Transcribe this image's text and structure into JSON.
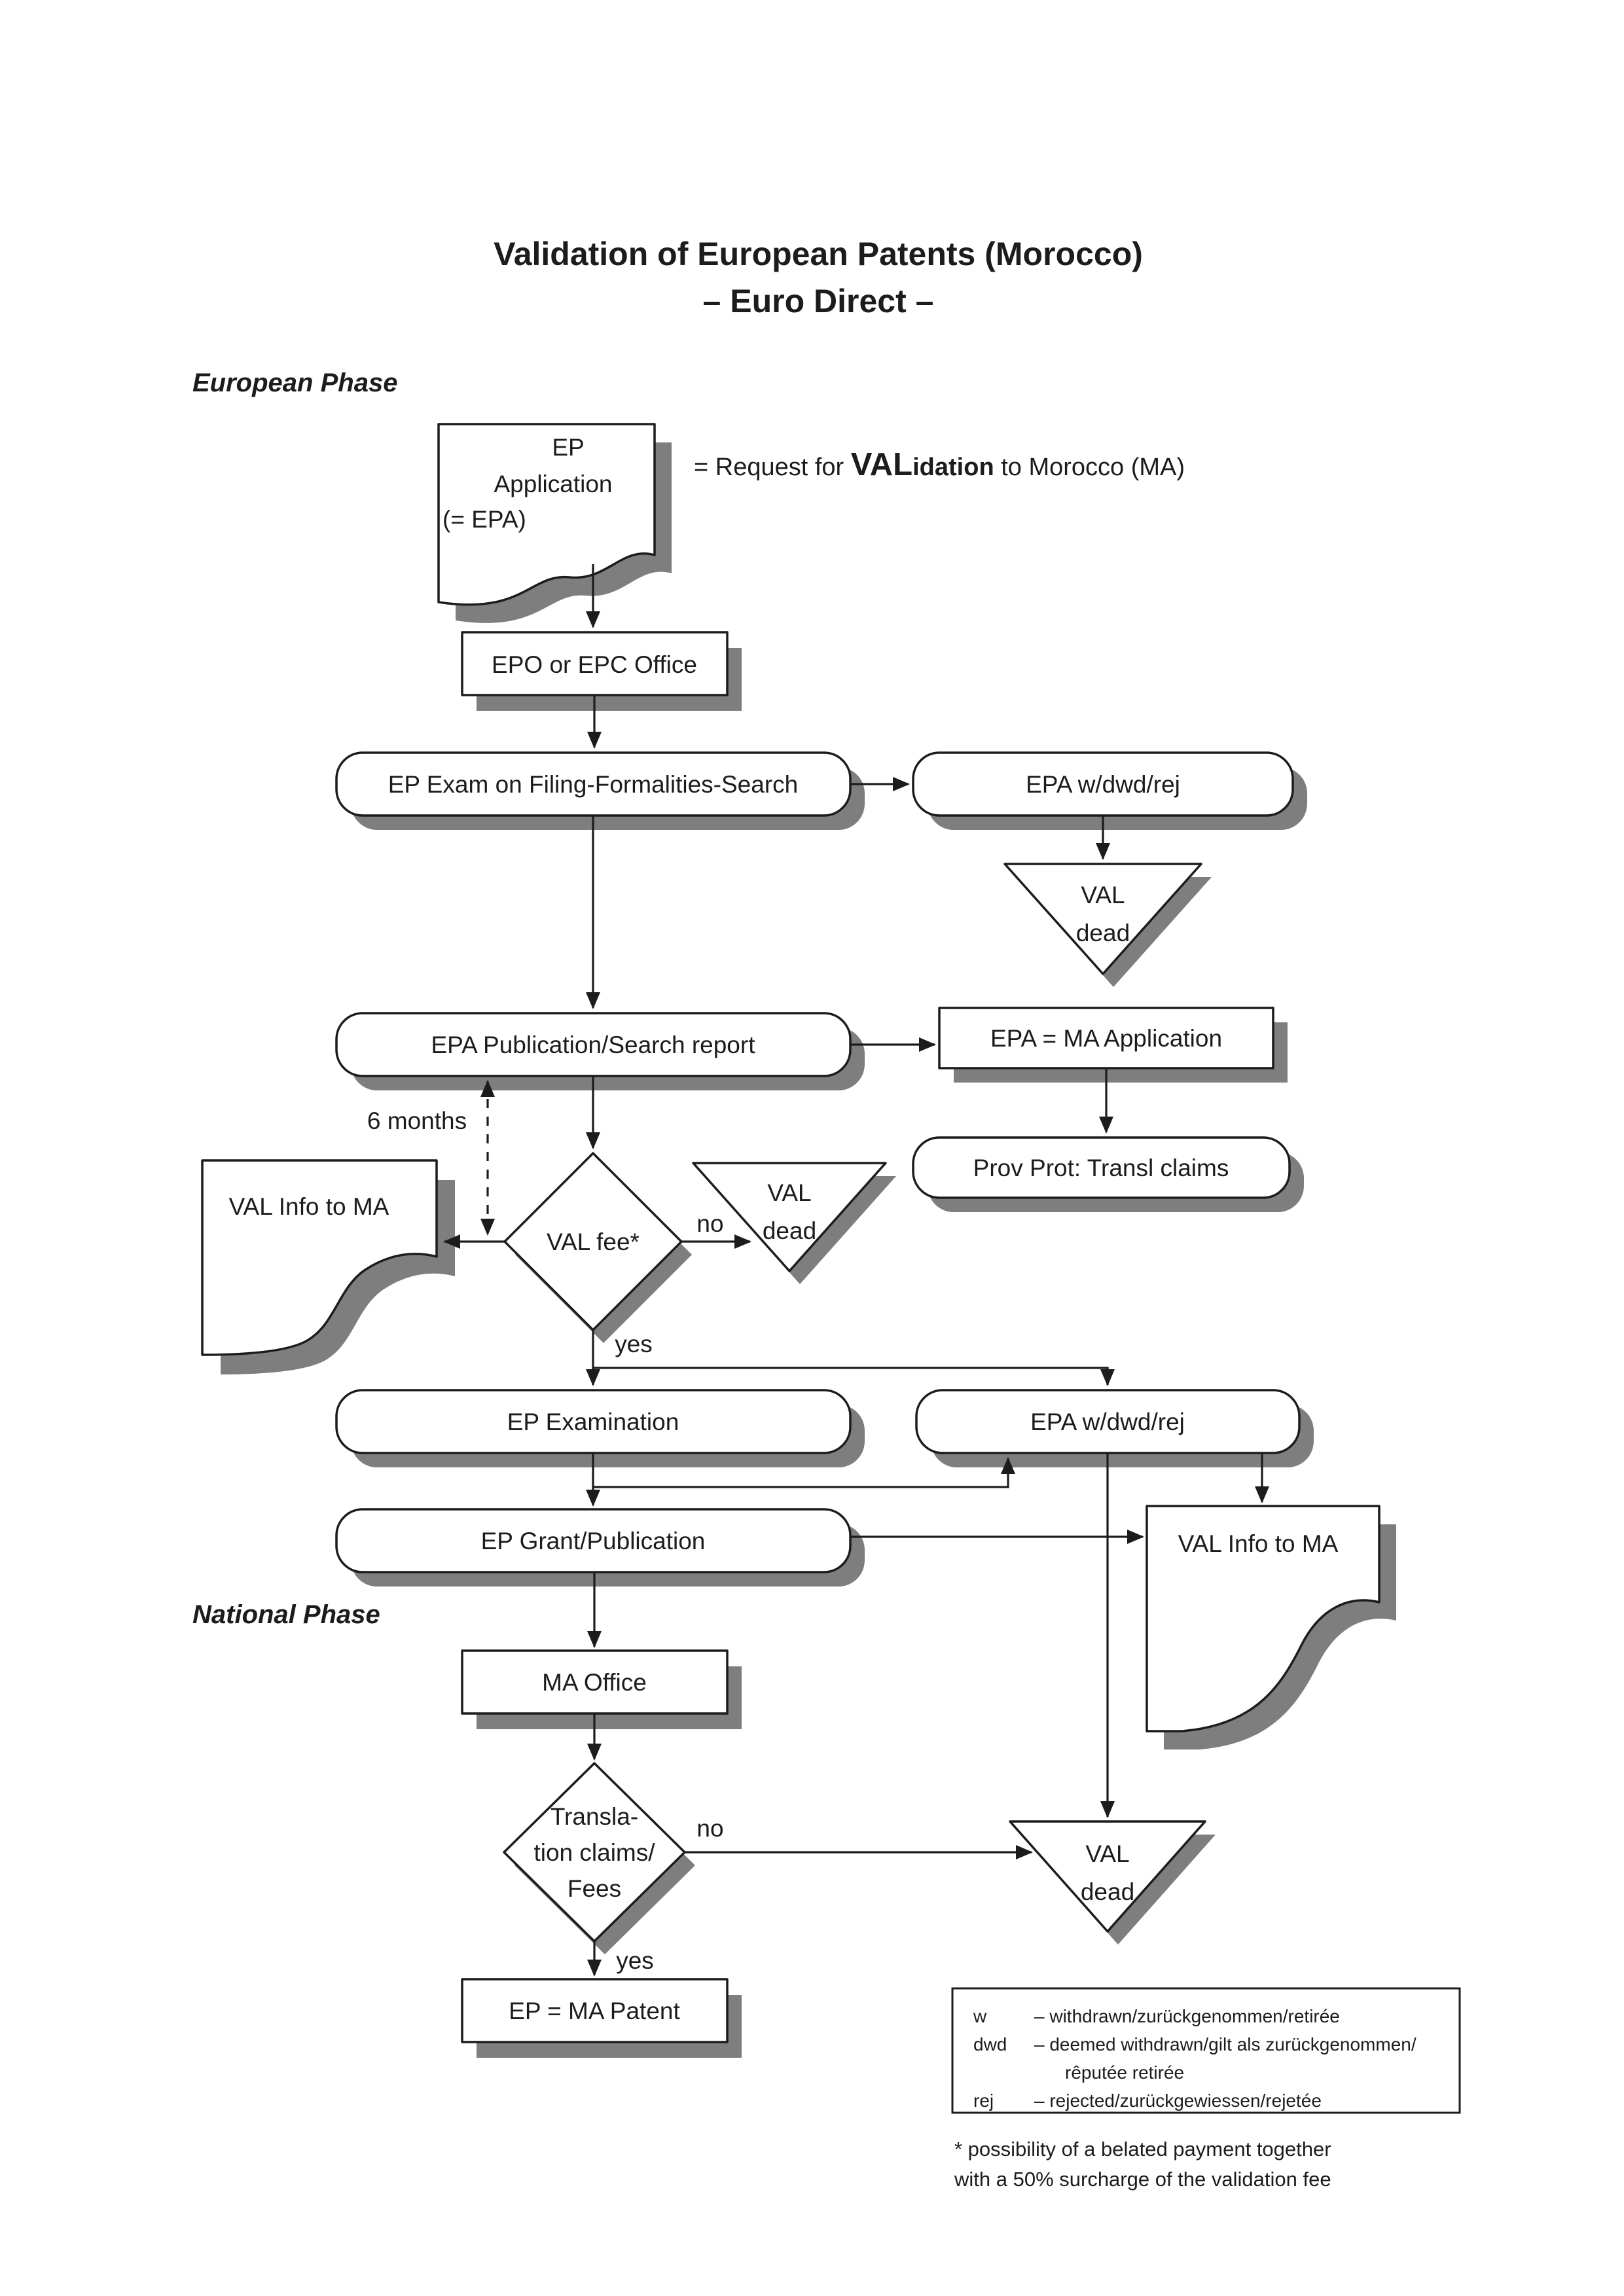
{
  "colors": {
    "background": "#ffffff",
    "ink": "#1c1c1c",
    "shadow": "#7e7e7e"
  },
  "title": {
    "line1": "Validation of European Patents (Morocco)",
    "line2": "– Euro Direct –"
  },
  "phases": {
    "european": "European Phase",
    "national": "National Phase"
  },
  "annotation": {
    "prefix": "= Request for ",
    "highlight": "VAL",
    "bold_rest": "idation",
    "suffix": " to Morocco (MA)"
  },
  "nodes": {
    "ep_application": {
      "shape": "document",
      "lines": [
        "EP",
        "Application",
        "(= EPA)"
      ]
    },
    "epo_office": {
      "shape": "rect",
      "label": "EPO or EPC Office"
    },
    "ep_exam": {
      "shape": "stadium",
      "label": "EP Exam on Filing-Formalities-Search"
    },
    "epa_wdwdrej_1": {
      "shape": "stadium",
      "label": "EPA w/dwd/rej"
    },
    "val_dead_1": {
      "shape": "triangle",
      "lines": [
        "VAL",
        "dead"
      ]
    },
    "epa_publication": {
      "shape": "stadium",
      "label": "EPA Publication/Search report"
    },
    "epa_ma_application": {
      "shape": "rect",
      "label": "EPA = MA Application"
    },
    "prov_prot": {
      "shape": "stadium",
      "label": "Prov Prot: Transl claims"
    },
    "val_info_1": {
      "shape": "document",
      "label": "VAL Info to MA"
    },
    "val_fee": {
      "shape": "diamond",
      "label": "VAL fee*"
    },
    "val_dead_2": {
      "shape": "triangle",
      "lines": [
        "VAL",
        "dead"
      ]
    },
    "ep_examination": {
      "shape": "stadium",
      "label": "EP Examination"
    },
    "epa_wdwdrej_2": {
      "shape": "stadium",
      "label": "EPA w/dwd/rej"
    },
    "ep_grant": {
      "shape": "stadium",
      "label": "EP Grant/Publication"
    },
    "val_info_2": {
      "shape": "document",
      "label": "VAL Info to MA"
    },
    "ma_office": {
      "shape": "rect",
      "label": "MA Office"
    },
    "translation_claims": {
      "shape": "diamond",
      "lines": [
        "Transla-",
        "tion claims/",
        "Fees"
      ]
    },
    "val_dead_3": {
      "shape": "triangle",
      "lines": [
        "VAL",
        "dead"
      ]
    },
    "ep_ma_patent": {
      "shape": "rect",
      "label": "EP = MA Patent"
    }
  },
  "edge_labels": {
    "six_months": "6 months",
    "no_fee": "no",
    "yes_fee": "yes",
    "no_translation": "no",
    "yes_translation": "yes"
  },
  "legend": {
    "rows": [
      {
        "term": "w",
        "definition": "– withdrawn/zurückgenommen/retirée"
      },
      {
        "term": "dwd",
        "definition": "– deemed withdrawn/gilt als zurückgenommen/"
      },
      {
        "term": "",
        "definition": "rêputée retirée"
      },
      {
        "term": "rej",
        "definition": "– rejected/zurückgewiessen/rejetée"
      }
    ]
  },
  "footnote": {
    "line1": "* possibility of a belated payment together",
    "line2": "with a 50% surcharge of the validation fee"
  }
}
